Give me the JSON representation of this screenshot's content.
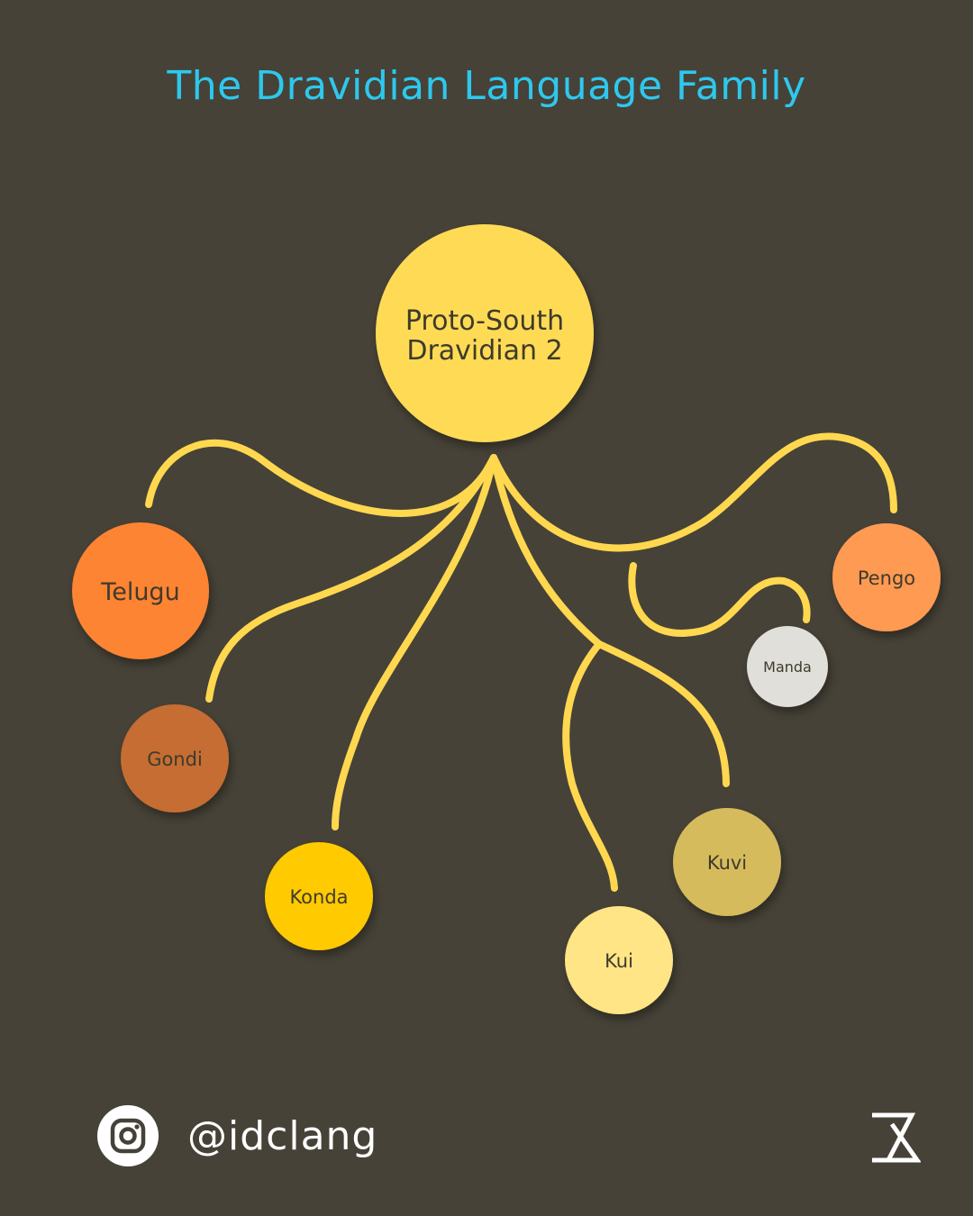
{
  "title": "The Dravidian Language Family",
  "colors": {
    "background": "#464237",
    "title": "#2ec8ee",
    "branch": "#ffd84f"
  },
  "root": {
    "label_line1": "Proto-South",
    "label_line2": "Dravidian 2",
    "color": "#ffdb55"
  },
  "languages": [
    {
      "name": "Telugu",
      "color": "#fd8430"
    },
    {
      "name": "Gondi",
      "color": "#c56d33"
    },
    {
      "name": "Konda",
      "color": "#ffca00"
    },
    {
      "name": "Kui",
      "color": "#ffe585"
    },
    {
      "name": "Kuvi",
      "color": "#d5bb5b"
    },
    {
      "name": "Manda",
      "color": "#e0dfd9"
    },
    {
      "name": "Pengo",
      "color": "#ff9a52"
    }
  ],
  "footer": {
    "icon": "instagram-icon",
    "handle": "@idclang",
    "logo": "delta-logo"
  }
}
